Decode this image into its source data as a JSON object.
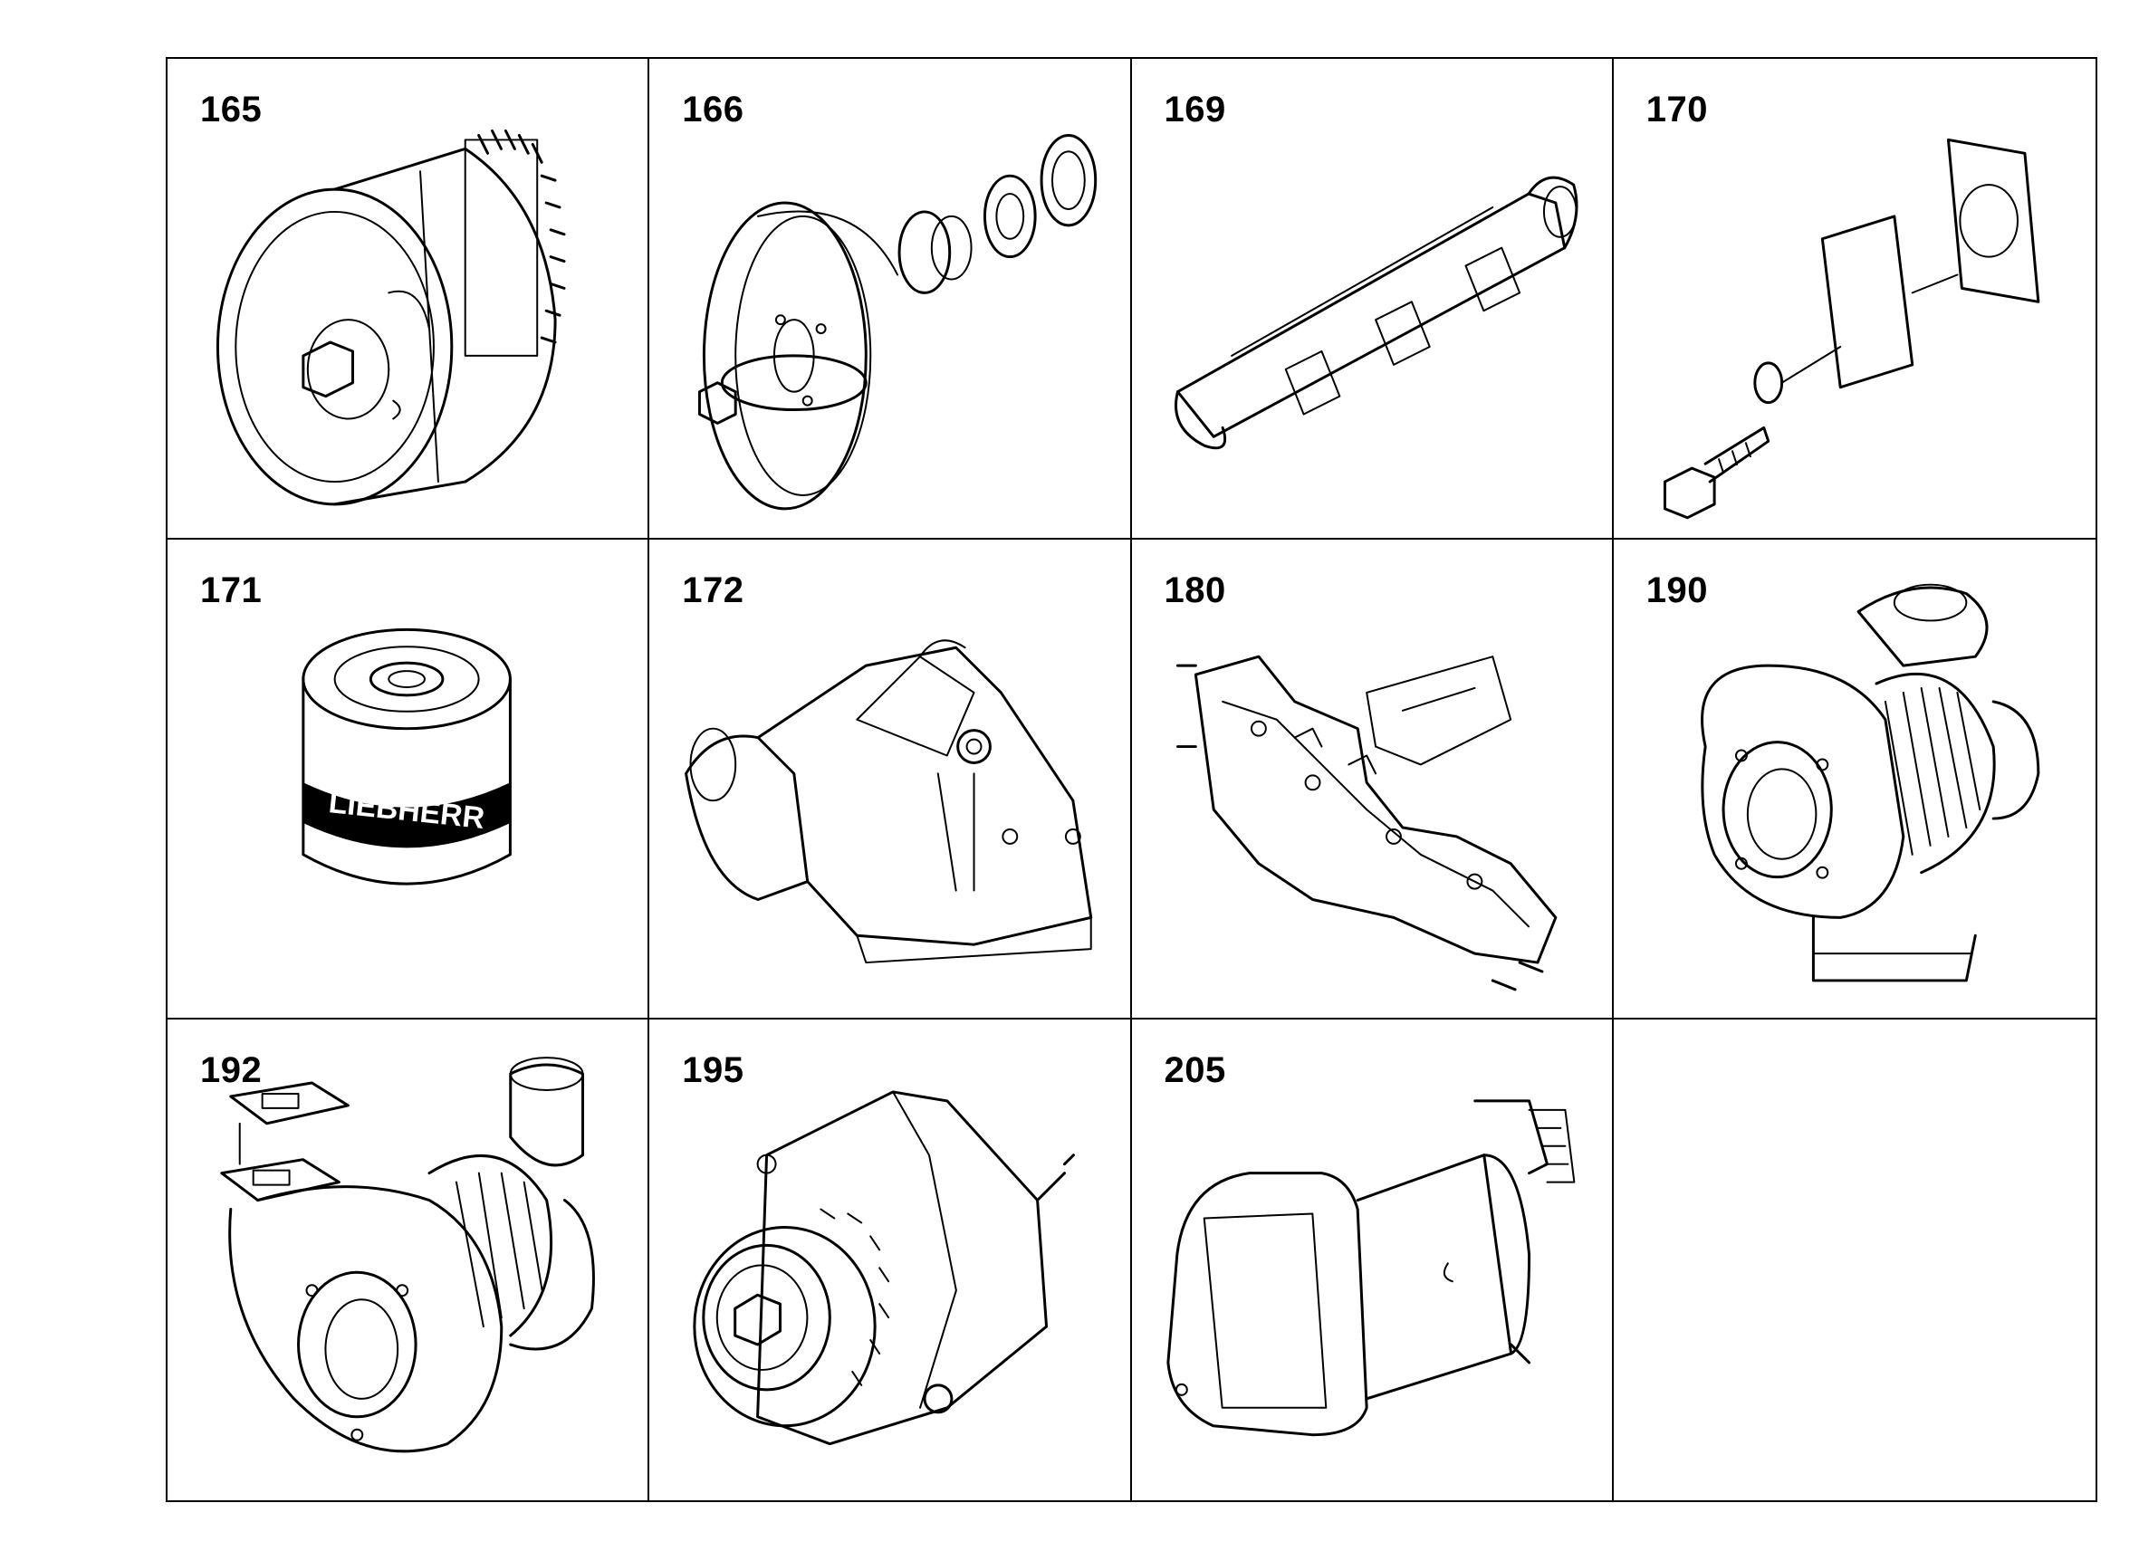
{
  "cells": [
    {
      "number": "165",
      "part_icon": "fan-clutch-icon"
    },
    {
      "number": "166",
      "part_icon": "water-pump-pulley-icon"
    },
    {
      "number": "169",
      "part_icon": "coolant-manifold-icon"
    },
    {
      "number": "170",
      "part_icon": "cover-plate-icon"
    },
    {
      "number": "171",
      "part_icon": "oil-filter-icon",
      "brand_lettering": "LIEBHERR"
    },
    {
      "number": "172",
      "part_icon": "filter-housing-icon"
    },
    {
      "number": "180",
      "part_icon": "exhaust-manifold-icon"
    },
    {
      "number": "190",
      "part_icon": "turbocharger-icon"
    },
    {
      "number": "192",
      "part_icon": "turbocharger-gasket-icon"
    },
    {
      "number": "195",
      "part_icon": "alternator-icon"
    },
    {
      "number": "205",
      "part_icon": "starter-motor-icon"
    },
    {
      "number": "",
      "part_icon": ""
    }
  ]
}
